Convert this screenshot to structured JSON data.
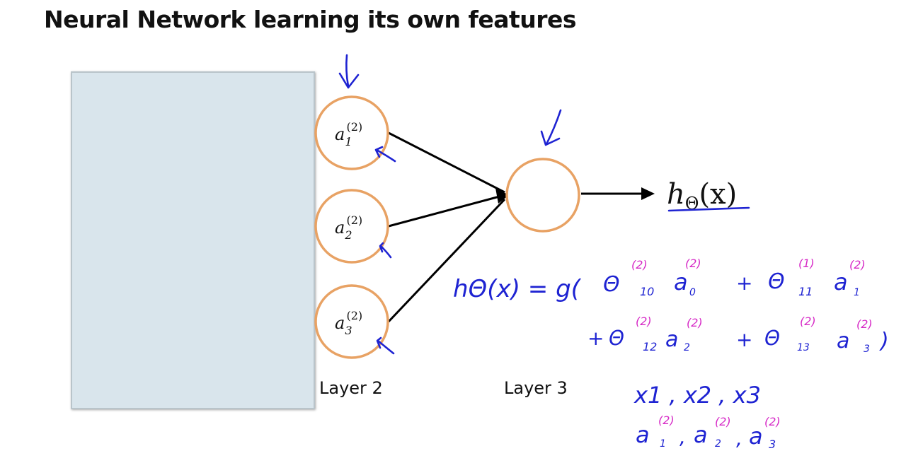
{
  "title": "Neural Network learning its own features",
  "layers": {
    "layer2_label": "Layer 2",
    "layer3_label": "Layer 3"
  },
  "nodes": {
    "a1": {
      "base": "a",
      "sub": "1",
      "sup": "(2)"
    },
    "a2": {
      "base": "a",
      "sub": "2",
      "sup": "(2)"
    },
    "a3": {
      "base": "a",
      "sub": "3",
      "sup": "(2)"
    }
  },
  "output": {
    "base": "h",
    "sub": "Θ",
    "arg": "(x)"
  },
  "annotations": {
    "line1": {
      "lhs": "hΘ(x) = g(",
      "t1": "Θ",
      "t1_sup": "(2)",
      "t1_sub": "10",
      "t1_a": "a",
      "t1_a_sup": "(2)",
      "t1_a_sub": "0",
      "plus1": "+",
      "t2": "Θ",
      "t2_sup": "(1)",
      "t2_sub": "11",
      "t2_a": "a",
      "t2_a_sup": "(2)",
      "t2_a_sub": "1"
    },
    "line2": {
      "plus2": "+",
      "t3": "Θ",
      "t3_sup": "(2)",
      "t3_sub": "12",
      "t3_a": "a",
      "t3_a_sup": "(2)",
      "t3_a_sub": "2",
      "plus3": "+",
      "t4": "Θ",
      "t4_sup": "(2)",
      "t4_sub": "13",
      "t4_a": "a",
      "t4_a_sup": "(2)",
      "t4_a_sub": "3",
      "close": ")"
    },
    "line3": "x1 , x2 , x3",
    "line4": {
      "a1": "a",
      "a1_sub": "1",
      "a1_sup": "(2)",
      "a2": "a",
      "a2_sub": "2",
      "a2_sup": "(2)",
      "a3": "a",
      "a3_sub": "3",
      "a3_sup": "(2)",
      "sep": ","
    }
  },
  "colors": {
    "node_stroke": "#e8a264",
    "ink_blue": "#1e23d2",
    "ink_magenta": "#d629c6",
    "cover_fill": "#d9e5ec"
  }
}
